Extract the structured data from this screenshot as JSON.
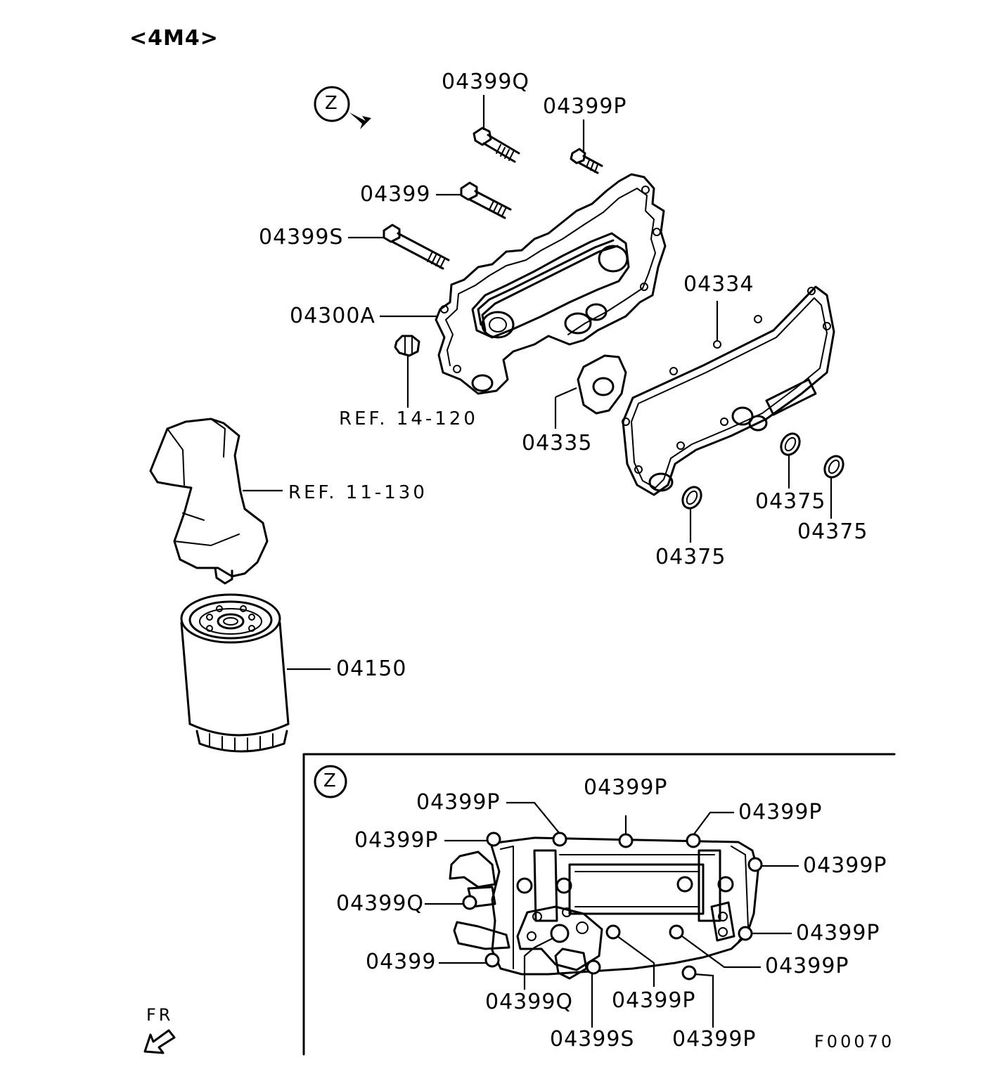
{
  "title": "<4M4>",
  "view_marker": "Z",
  "figure_code": "F00070",
  "front_marker": "FR",
  "labels": {
    "l_04399Q_top": "04399Q",
    "l_04399P_top": "04399P",
    "l_04399": "04399",
    "l_04399S": "04399S",
    "l_04300A": "04300A",
    "l_ref14": "REF. 14-120",
    "l_04334": "04334",
    "l_04335": "04335",
    "l_ref11": "REF. 11-130",
    "l_04375_a": "04375",
    "l_04375_b": "04375",
    "l_04375_c": "04375",
    "l_04150": "04150"
  },
  "detail_labels": {
    "d_p1": "04399P",
    "d_p2": "04399P",
    "d_p3": "04399P",
    "d_p4": "04399P",
    "d_p5": "04399P",
    "d_q1": "04399Q",
    "d_plain": "04399",
    "d_p6": "04399P",
    "d_p7": "04399P",
    "d_q2": "04399Q",
    "d_p8": "04399P",
    "d_s": "04399S",
    "d_p9": "04399P"
  }
}
